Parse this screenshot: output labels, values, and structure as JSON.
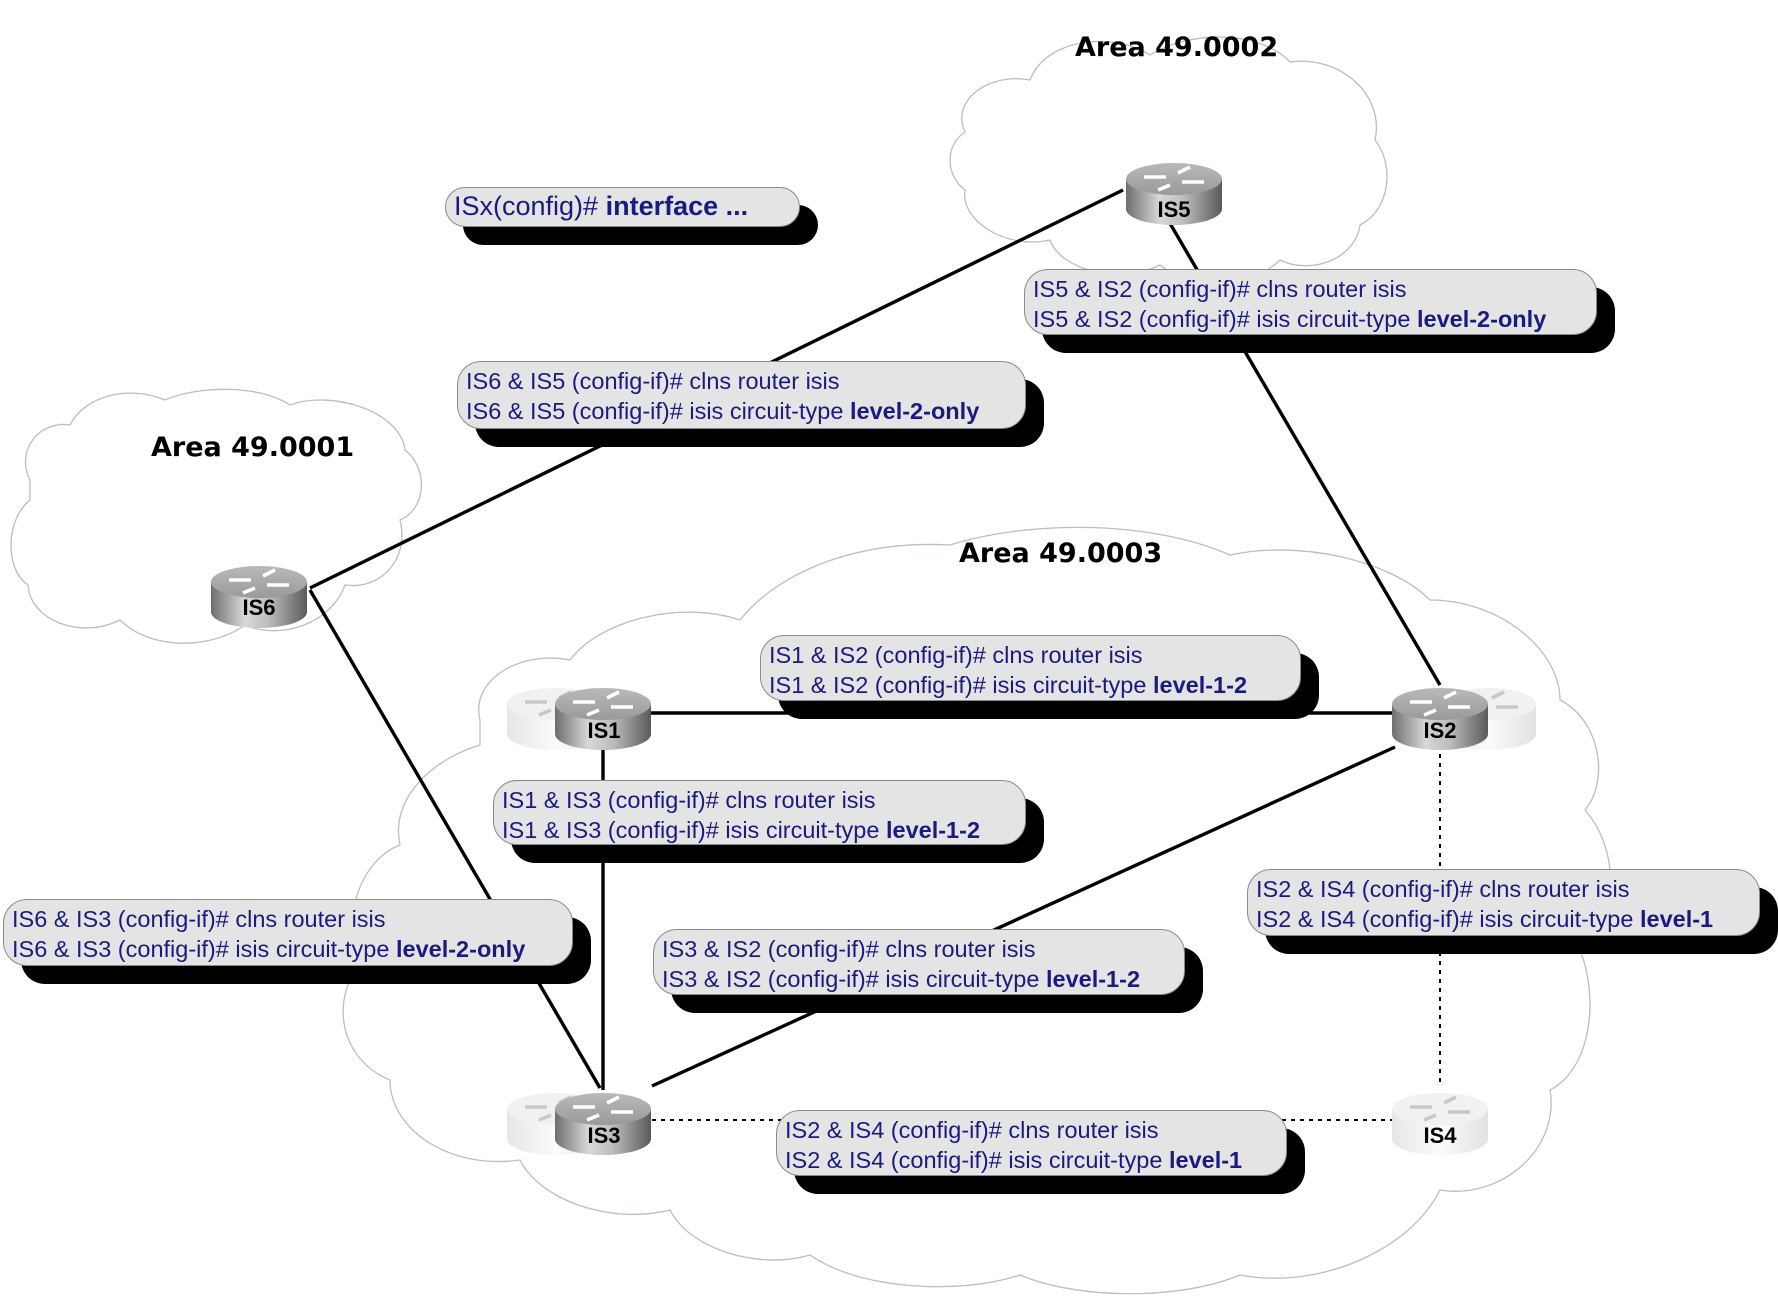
{
  "areas": [
    {
      "id": "area1",
      "label": "Area 49.0001"
    },
    {
      "id": "area2",
      "label": "Area 49.0002"
    },
    {
      "id": "area3",
      "label": "Area 49.0003"
    }
  ],
  "routers": [
    {
      "id": "IS1",
      "label": "IS1",
      "style": "active",
      "ghost": "left"
    },
    {
      "id": "IS2",
      "label": "IS2",
      "style": "active",
      "ghost": "right"
    },
    {
      "id": "IS3",
      "label": "IS3",
      "style": "active",
      "ghost": "left"
    },
    {
      "id": "IS4",
      "label": "IS4",
      "style": "faded",
      "ghost": "none"
    },
    {
      "id": "IS5",
      "label": "IS5",
      "style": "active",
      "ghost": "none"
    },
    {
      "id": "IS6",
      "label": "IS6",
      "style": "active",
      "ghost": "none"
    }
  ],
  "links": [
    {
      "from": "IS6",
      "to": "IS5",
      "style": "solid"
    },
    {
      "from": "IS5",
      "to": "IS2",
      "style": "solid"
    },
    {
      "from": "IS6",
      "to": "IS3",
      "style": "solid"
    },
    {
      "from": "IS1",
      "to": "IS2",
      "style": "solid"
    },
    {
      "from": "IS1",
      "to": "IS3",
      "style": "solid"
    },
    {
      "from": "IS3",
      "to": "IS2",
      "style": "solid"
    },
    {
      "from": "IS2",
      "to": "IS4",
      "style": "dotted"
    },
    {
      "from": "IS3",
      "to": "IS4",
      "style": "dotted"
    }
  ],
  "callouts": {
    "global": {
      "prefix": "ISx(config)#",
      "command": "interface ..."
    },
    "is5_is2": {
      "line1": "IS5 & IS2 (config-if)# clns router isis",
      "line2_prefix": "IS5 & IS2 (config-if)# isis circuit-type",
      "line2_value": "level-2-only"
    },
    "is6_is5": {
      "line1": "IS6 & IS5 (config-if)# clns router isis",
      "line2_prefix": "IS6 & IS5 (config-if)# isis circuit-type",
      "line2_value": "level-2-only"
    },
    "is1_is2": {
      "line1": "IS1 & IS2 (config-if)# clns router isis",
      "line2_prefix": "IS1 & IS2 (config-if)# isis circuit-type",
      "line2_value": "level-1-2"
    },
    "is1_is3": {
      "line1": "IS1 & IS3 (config-if)# clns router isis",
      "line2_prefix": "IS1 & IS3 (config-if)# isis circuit-type",
      "line2_value": "level-1-2"
    },
    "is6_is3": {
      "line1": "IS6 & IS3 (config-if)# clns router isis",
      "line2_prefix": "IS6 & IS3 (config-if)# isis circuit-type",
      "line2_value": "level-2-only"
    },
    "is3_is2": {
      "line1": "IS3 & IS2 (config-if)# clns router isis",
      "line2_prefix": "IS3 & IS2 (config-if)# isis circuit-type",
      "line2_value": "level-1-2"
    },
    "is2_is4_right": {
      "line1": "IS2 & IS4 (config-if)# clns router isis",
      "line2_prefix": "IS2 & IS4 (config-if)# isis circuit-type",
      "line2_value": "level-1"
    },
    "is2_is4_bottom": {
      "line1": "IS2 & IS4 (config-if)# clns router isis",
      "line2_prefix": "IS2 & IS4 (config-if)# isis circuit-type",
      "line2_value": "level-1"
    }
  },
  "colors": {
    "command_text": "#1a1a80",
    "callout_fill": "#e4e4e4",
    "cloud_outline": "#b8bec4",
    "link": "#000000"
  }
}
